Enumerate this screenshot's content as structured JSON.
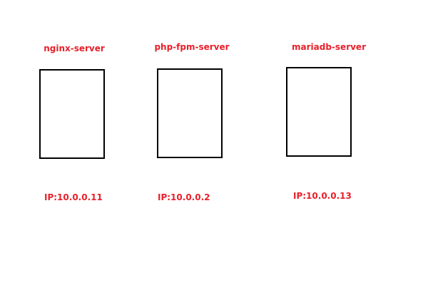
{
  "colors": {
    "label": "#e8202a",
    "box_border": "#000000",
    "background": "#ffffff"
  },
  "servers": [
    {
      "name": "nginx-server",
      "ip": "IP:10.0.0.11"
    },
    {
      "name": "php-fpm-server",
      "ip": "IP:10.0.0.2"
    },
    {
      "name": "mariadb-server",
      "ip": "IP:10.0.0.13"
    }
  ]
}
